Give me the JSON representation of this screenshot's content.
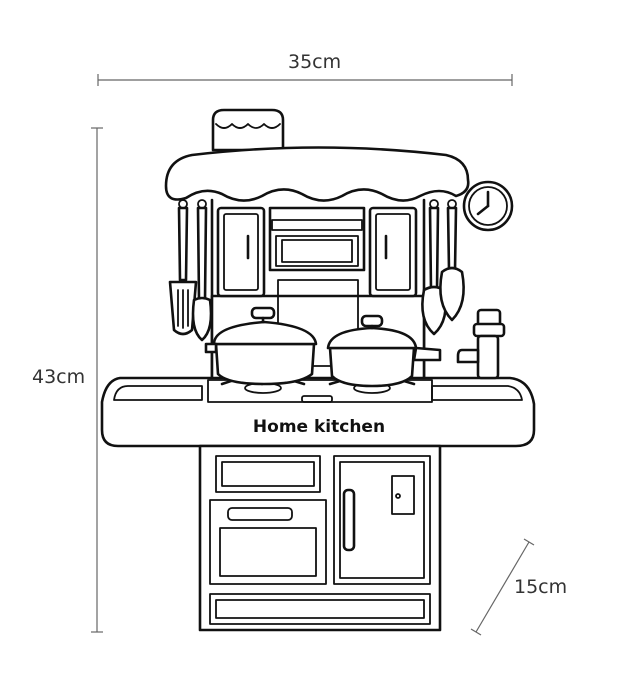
{
  "dimensions": {
    "width_label": "35cm",
    "height_label": "43cm",
    "depth_label": "15cm"
  },
  "product": {
    "label": "Home kitchen"
  },
  "colors": {
    "line": "#111111",
    "dimension_line": "#666666",
    "background": "#ffffff"
  }
}
